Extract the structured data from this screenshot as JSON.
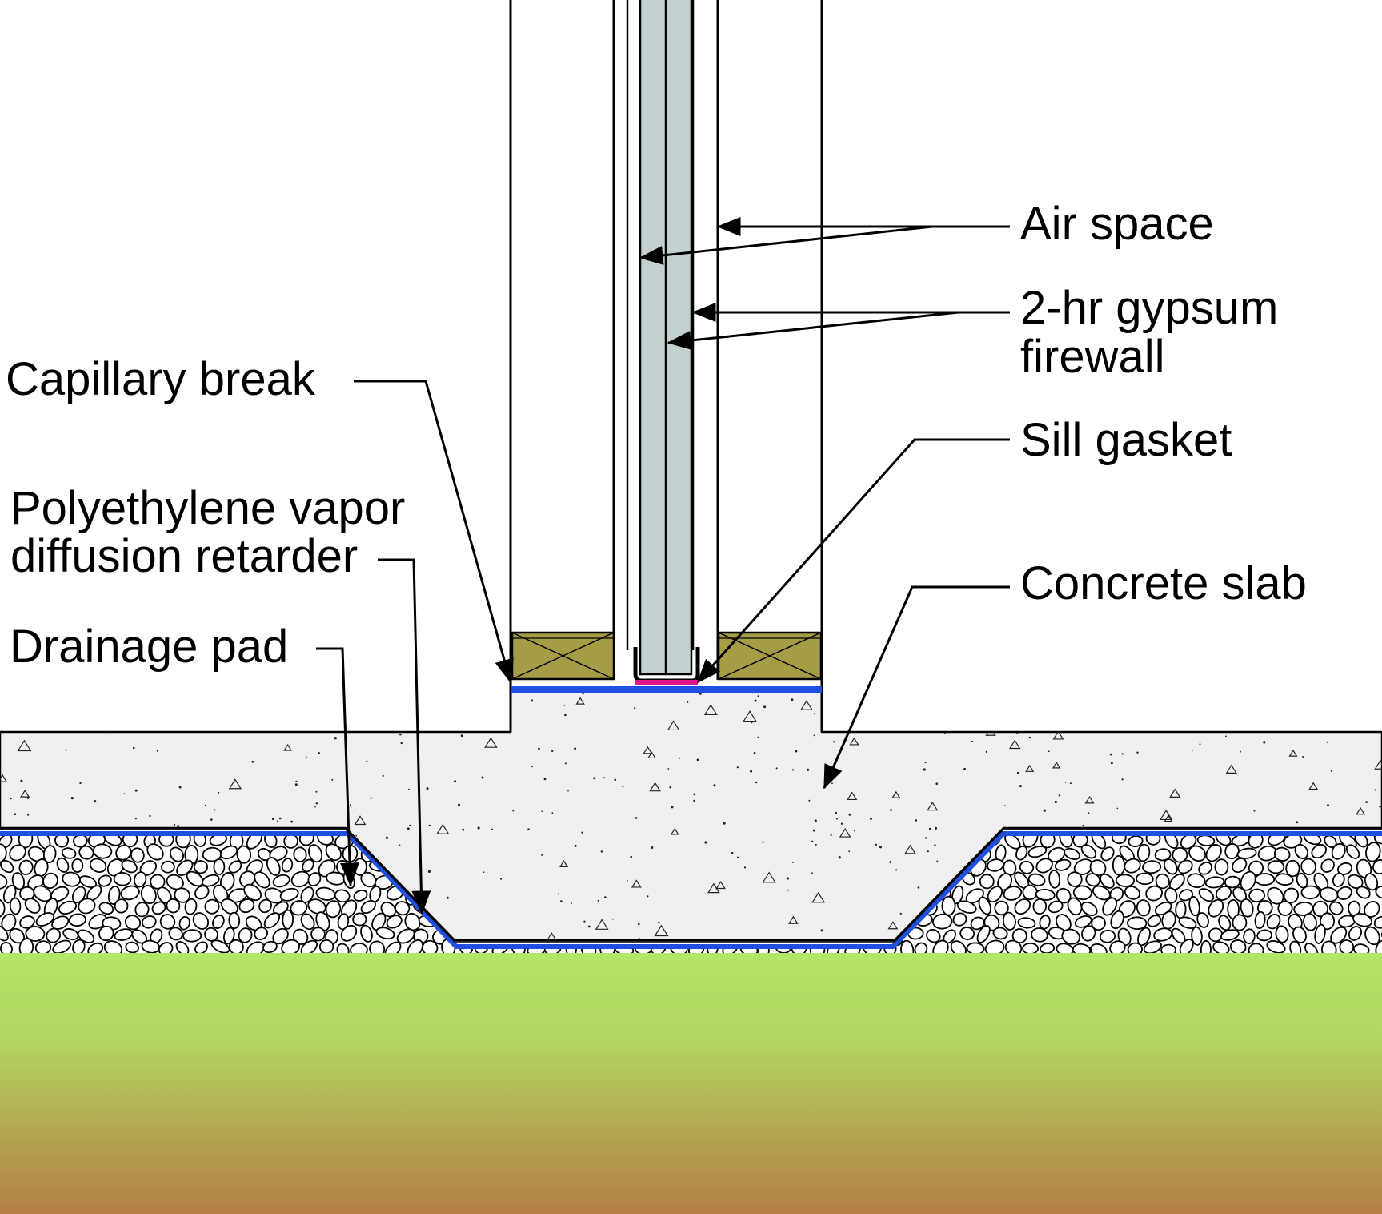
{
  "labels": {
    "air_space": "Air space",
    "gypsum_line1": "2-hr gypsum",
    "gypsum_line2": "firewall",
    "sill_gasket": "Sill gasket",
    "concrete_slab": "Concrete slab",
    "capillary_break": "Capillary break",
    "poly_line1": "Polyethylene vapor",
    "poly_line2": "diffusion retarder",
    "drainage_pad": "Drainage pad"
  },
  "colors": {
    "gypsum": "#c3d0d0",
    "wood_plate": "#a59d45",
    "capillary_break": "#1f4fe0",
    "sill_gasket": "#e2148c",
    "concrete": "#f0f0f0",
    "gravel": "#ffffff",
    "soil_top": "#b3e66a",
    "soil_bottom": "#b27e43"
  }
}
